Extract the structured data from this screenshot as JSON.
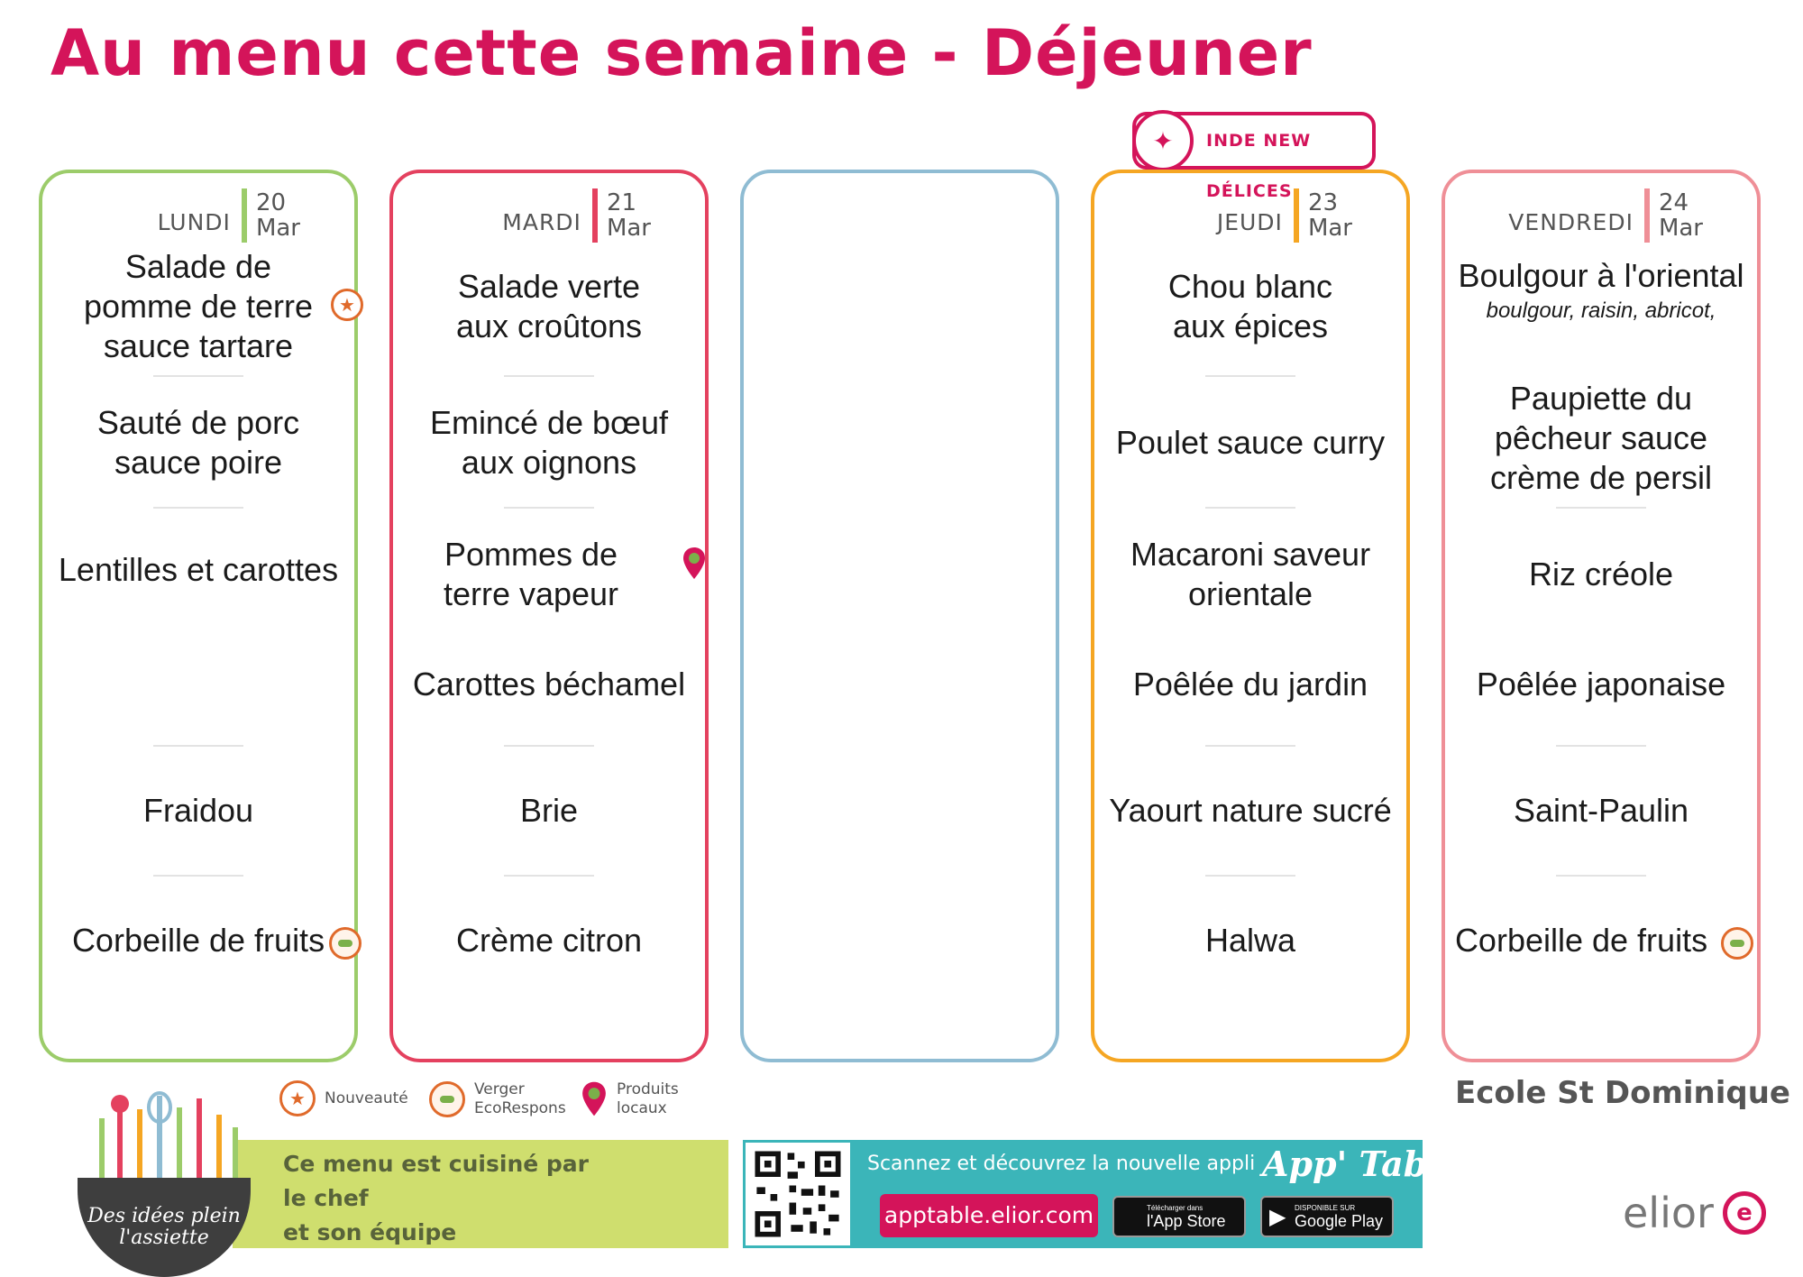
{
  "title": "Au menu cette semaine - Déjeuner",
  "tag": {
    "label": "INDE NEW DÉLICES"
  },
  "days": [
    {
      "day": "LUNDI",
      "date_num": "20",
      "date_month": "Mar",
      "items": [
        {
          "text": "Salade de\npomme de terre\nsauce tartare",
          "icon": "nouveaute-star-icon"
        },
        {
          "text": "Sauté de porc\nsauce poire"
        },
        {
          "text": "Lentilles et carottes"
        },
        {
          "text": "Fraidou"
        },
        {
          "text": "Corbeille de fruits",
          "icon": "verger-apple-icon"
        }
      ]
    },
    {
      "day": "MARDI",
      "date_num": "21",
      "date_month": "Mar",
      "items": [
        {
          "text": "Salade verte\naux croûtons"
        },
        {
          "text": "Emincé de bœuf\naux oignons"
        },
        {
          "text": "Pommes de\nterre vapeur",
          "icon": "produits-locaux-pin-icon"
        },
        {
          "text": "Carottes béchamel"
        },
        {
          "text": "Brie"
        },
        {
          "text": "Crème citron"
        }
      ]
    },
    {
      "day": "JEUDI",
      "date_num": "23",
      "date_month": "Mar",
      "items": [
        {
          "text": "Chou blanc\naux épices"
        },
        {
          "text": "Poulet sauce curry"
        },
        {
          "text": "Macaroni saveur\norientale"
        },
        {
          "text": "Poêlée du jardin"
        },
        {
          "text": "Yaourt nature sucré"
        },
        {
          "text": "Halwa"
        }
      ]
    },
    {
      "day": "VENDREDI",
      "date_num": "24",
      "date_month": "Mar",
      "items": [
        {
          "text": "Boulgour à l'oriental",
          "sub": "boulgour, raisin, abricot,"
        },
        {
          "text": "Paupiette du\npêcheur sauce\ncrème de persil"
        },
        {
          "text": "Riz créole"
        },
        {
          "text": "Poêlée japonaise"
        },
        {
          "text": "Saint-Paulin"
        },
        {
          "text": "Corbeille de fruits",
          "icon": "verger-apple-icon"
        }
      ]
    }
  ],
  "legend": {
    "nouveaute": "Nouveauté",
    "verger": "Verger\nEcoRespons",
    "produits": "Produits\nlocaux"
  },
  "school": "Ecole St Dominique .",
  "chef": {
    "line1": "Ce menu est cuisiné par",
    "line2": "le chef",
    "line3": "et son équipe"
  },
  "logo": {
    "text": "Des idées plein l'assiette"
  },
  "app": {
    "cta": "Scannez et découvrez la nouvelle appli",
    "name": "App' Table",
    "url": "apptable.elior.com",
    "appstore_small": "Télécharger dans",
    "appstore_big": "l'App Store",
    "googleplay_small": "DISPONIBLE SUR",
    "googleplay_big": "Google Play"
  },
  "brand": "elior",
  "colors": {
    "title": "#d4145a",
    "lundi": "#9ccc6a",
    "mardi": "#e4415f",
    "empty": "#8fbcd3",
    "jeudi": "#f5a623",
    "vendredi": "#ef8f97"
  }
}
